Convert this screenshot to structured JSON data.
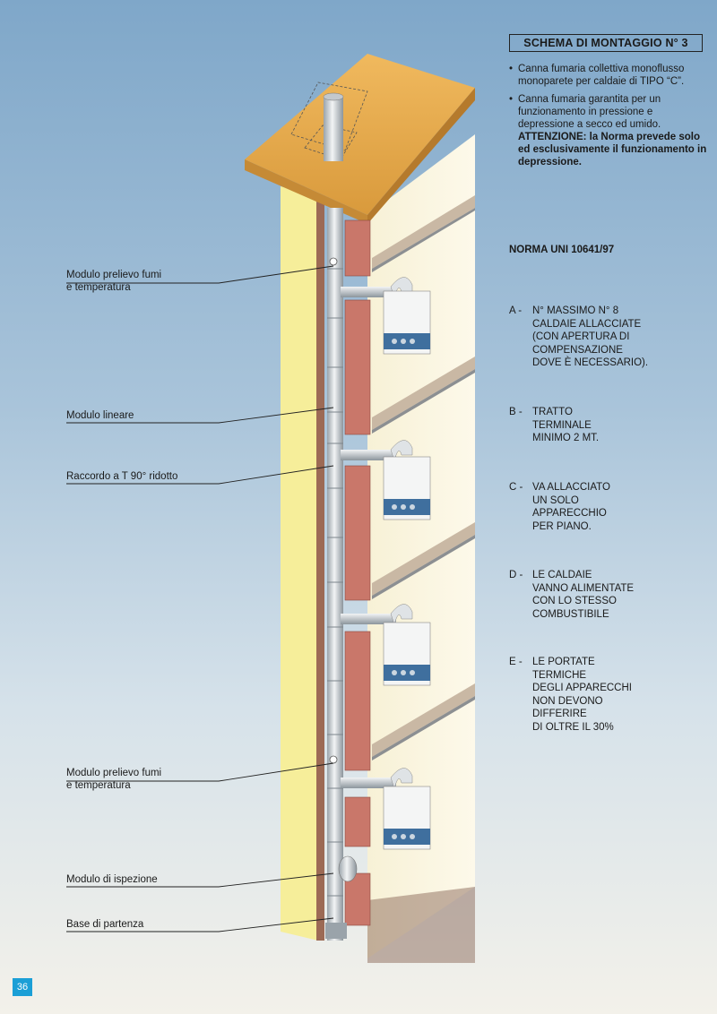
{
  "title": "SCHEMA DI MONTAGGIO N° 3",
  "bullets": [
    {
      "text": "Canna fumaria collettiva monoflusso monoparete per caldaie di TIPO “C”.",
      "warning": ""
    },
    {
      "text": "Canna fumaria garantita per un funzionamento in pressione e depressione a secco ed umido.",
      "warning": "ATTENZIONE: la Norma prevede solo ed esclusivamente il funzionamento in depressione."
    }
  ],
  "bullet_mark": "•",
  "norma": "NORMA UNI 10641/97",
  "notes": [
    {
      "letter": "A -",
      "text": "N° MASSIMO N° 8\nCALDAIE ALLACCIATE\n(CON APERTURA DI\nCOMPENSAZIONE\nDOVE È NECESSARIO)."
    },
    {
      "letter": "B -",
      "text": "TRATTO\nTERMINALE\nMINIMO 2 MT."
    },
    {
      "letter": "C -",
      "text": "VA ALLACCIATO\nUN SOLO\nAPPARECCHIO\nPER PIANO."
    },
    {
      "letter": "D -",
      "text": "LE CALDAIE\nVANNO ALIMENTATE\nCON LO STESSO\nCOMBUSTIBILE"
    },
    {
      "letter": "E -",
      "text": "LE PORTATE\nTERMICHE\nDEGLI APPARECCHI\nNON DEVONO\nDIFFERIRE\nDI OLTRE IL 30%"
    }
  ],
  "labels": [
    {
      "text": "Modulo prelievo fumi\ne temperatura"
    },
    {
      "text": "Modulo lineare"
    },
    {
      "text": "Raccordo a T 90° ridotto"
    },
    {
      "text": "Modulo prelievo fumi\ne temperatura"
    },
    {
      "text": "Modulo di ispezione"
    },
    {
      "text": "Base di partenza"
    }
  ],
  "page_number": "36",
  "colors": {
    "sky_top": "#7fa7c9",
    "roof": "#e8a94a",
    "wall_yellow": "#f6ee9a",
    "brick": "#c9776a",
    "chimney": "#d9dde0",
    "boiler_panel": "#3f6f9e",
    "accent_page": "#1b9fd6"
  }
}
